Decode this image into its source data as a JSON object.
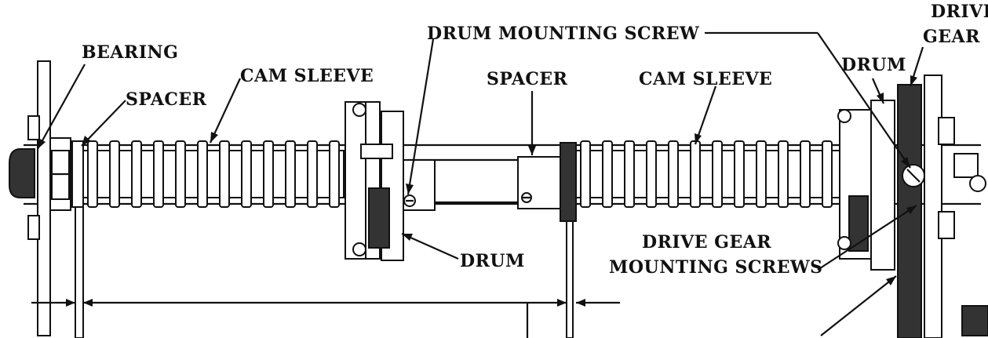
{
  "labels": {
    "bearing": "BEARING",
    "spacer_left": "SPACER",
    "cam_sleeve_left": "CAM SLEEVE",
    "drum_mounting_screw": "DRUM MOUNTING SCREW",
    "spacer_middle": "SPACER",
    "cam_sleeve_right": "CAM SLEEVE",
    "drum_top": "DRUM",
    "drive_gear_line1": "DRIVE",
    "drive_gear_line2": "GEAR",
    "drum_bottom": "DRUM",
    "drive_gear_mounting_line1": "DRIVE GEAR",
    "drive_gear_mounting_line2": "MOUNTING SCREWS"
  }
}
